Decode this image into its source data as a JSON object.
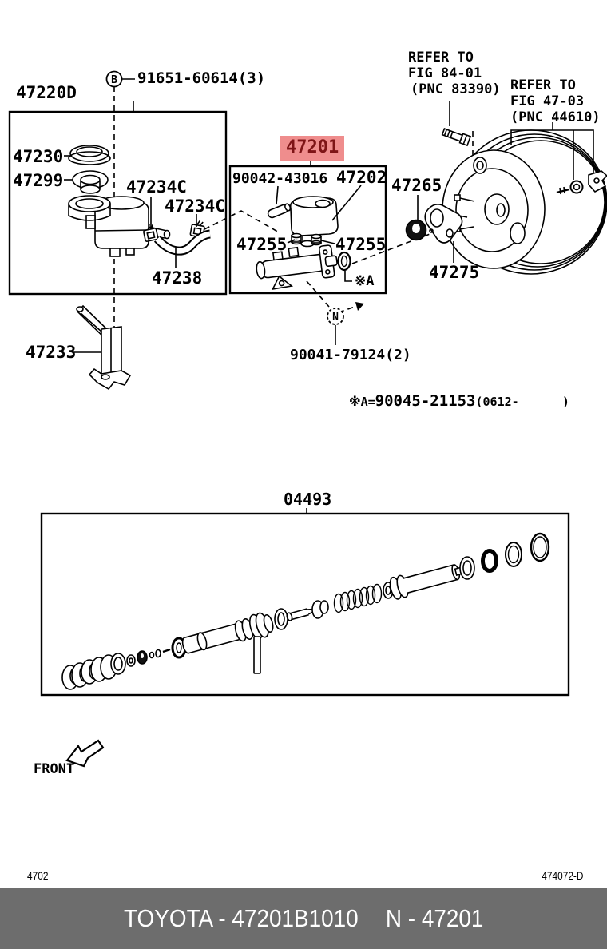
{
  "colors": {
    "highlight_bg": "#ef8d8d",
    "highlight_text": "#7e1416",
    "footer_bg": "#6d6d6d",
    "footer_text": "#ffffff",
    "line": "#000000"
  },
  "markers": {
    "b": "B",
    "n": "N"
  },
  "parts": {
    "clip_91651": "91651-60614(3)",
    "reservoir_sub_assy": "47220D",
    "reservoir_cap": "47230",
    "cap_diaphragm": "47299",
    "hose_clamp_1": "47234C",
    "hose_clamp_2": "47234C",
    "reservoir_hose": "47238",
    "reservoir_bracket": "47233",
    "master_cylinder_assy": "47201",
    "pin_90042": "90042-43016",
    "reservoir_tank": "47202",
    "grommet_left": "47255",
    "grommet_right": "47255",
    "oring_marker": "※A",
    "nut_90041": "90041-79124(2)",
    "booster_seal": "47265",
    "booster_gasket": "47275",
    "repair_kit": "04493"
  },
  "references": {
    "fig_84": {
      "line1": "REFER TO",
      "line2": "FIG 84-01",
      "line3": "(PNC 83390)"
    },
    "fig_47": {
      "line1": "REFER TO",
      "line2": "FIG 47-03",
      "line3": "(PNC 44610)"
    }
  },
  "note": {
    "prefix": "※A=",
    "part_number": "90045-21153",
    "date_range": "(0612-      )"
  },
  "orientation": {
    "front_label": "FRONT"
  },
  "page": {
    "code_left": "4702",
    "code_right": "474072-D"
  },
  "footer": {
    "brand_part": "TOYOTA - 47201B1010",
    "pnc": "N - 47201"
  }
}
